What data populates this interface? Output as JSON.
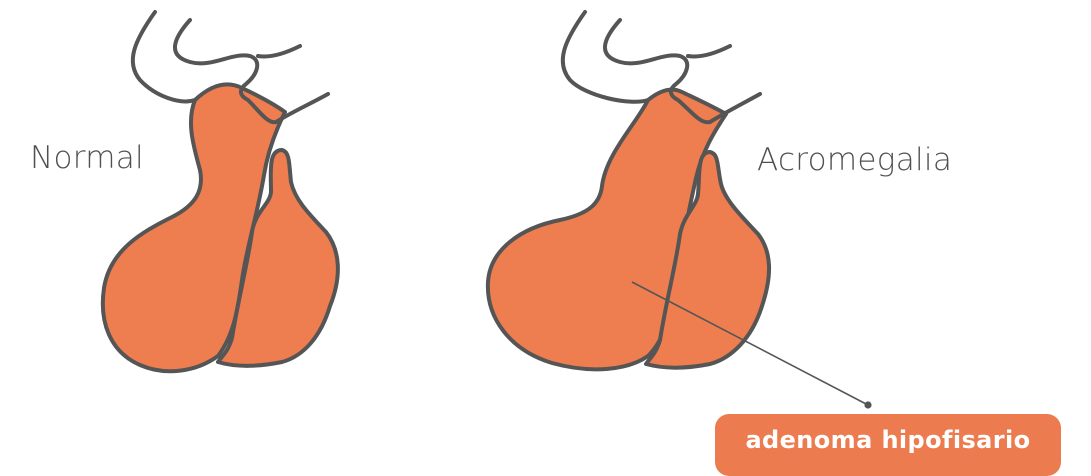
{
  "labels": {
    "normal": "Normal",
    "acromegaly": "Acromegalia",
    "callout": "adenoma hipofisario"
  },
  "colors": {
    "gland_fill": "#ee7e50",
    "outline": "#555555",
    "callout_bg": "#ec7c4f",
    "callout_text": "#ffffff",
    "label_text": "#505050"
  }
}
